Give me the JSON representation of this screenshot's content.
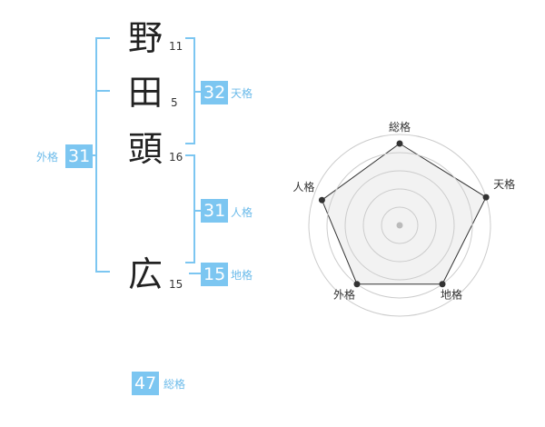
{
  "name": {
    "chars": [
      {
        "char": "野",
        "strokes": "11"
      },
      {
        "char": "田",
        "strokes": "5"
      },
      {
        "char": "頭",
        "strokes": "16"
      },
      {
        "char": "広",
        "strokes": "15"
      }
    ]
  },
  "fortune": {
    "tenkaku": {
      "value": "32",
      "label": "天格"
    },
    "jinkaku": {
      "value": "31",
      "label": "人格"
    },
    "chikaku": {
      "value": "15",
      "label": "地格"
    },
    "gaikaku": {
      "value": "31",
      "label": "外格"
    },
    "soukaku": {
      "value": "47",
      "label": "総格"
    }
  },
  "colors": {
    "accent": "#7cc6f1",
    "accent_text": "#6cbbea",
    "radar_fill": "#f2f2f2",
    "radar_grid": "#cccccc",
    "radar_line": "#333333"
  },
  "chart_data": {
    "type": "radar",
    "axes": [
      "総格",
      "天格",
      "地格",
      "外格",
      "人格"
    ],
    "scale": [
      0,
      5
    ],
    "rings": 5,
    "values": [
      4.5,
      5,
      4,
      4,
      4.5
    ]
  }
}
